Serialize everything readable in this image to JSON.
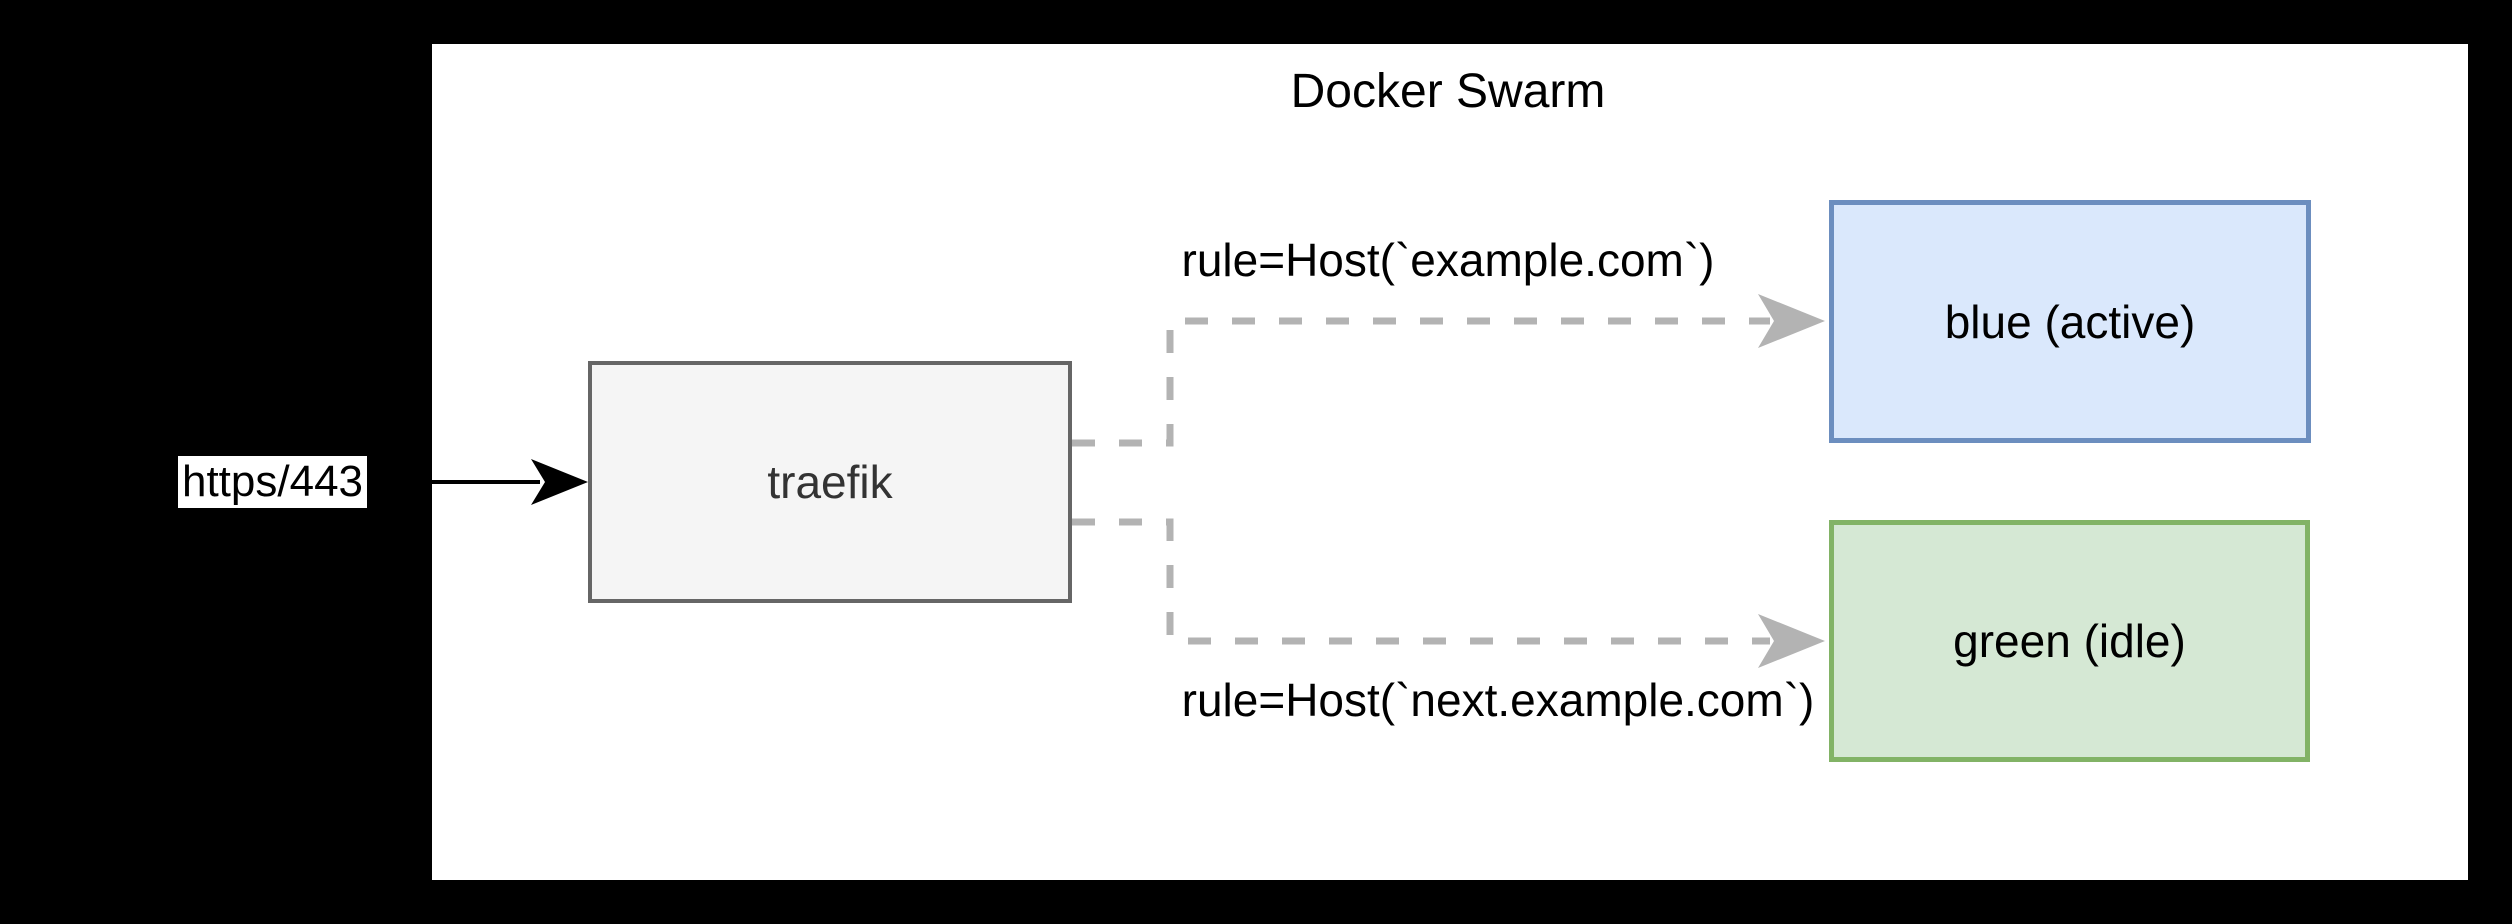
{
  "diagram": {
    "title": "Docker Swarm",
    "external_label": "https/443",
    "nodes": [
      {
        "id": "traefik",
        "label": "traefik",
        "fill": "#f5f5f5",
        "border": "#666666",
        "text_color": "#333333"
      },
      {
        "id": "blue",
        "label": "blue (active)",
        "fill": "#dae8fc",
        "border": "#6c8ebf",
        "text_color": "#000000"
      },
      {
        "id": "green",
        "label": "green (idle)",
        "fill": "#d5e8d4",
        "border": "#82b366",
        "text_color": "#000000"
      }
    ],
    "edges": [
      {
        "from": "https/443",
        "to": "traefik",
        "label": "",
        "style": "solid",
        "color": "#000000"
      },
      {
        "from": "traefik",
        "to": "blue",
        "label": "rule=Host(`example.com`)",
        "style": "dashed",
        "color": "#b3b3b3"
      },
      {
        "from": "traefik",
        "to": "green",
        "label": "rule=Host(`next.example.com`)",
        "style": "dashed",
        "color": "#b3b3b3"
      }
    ],
    "colors": {
      "page_bg": "#000000",
      "canvas_bg": "#ffffff"
    }
  }
}
